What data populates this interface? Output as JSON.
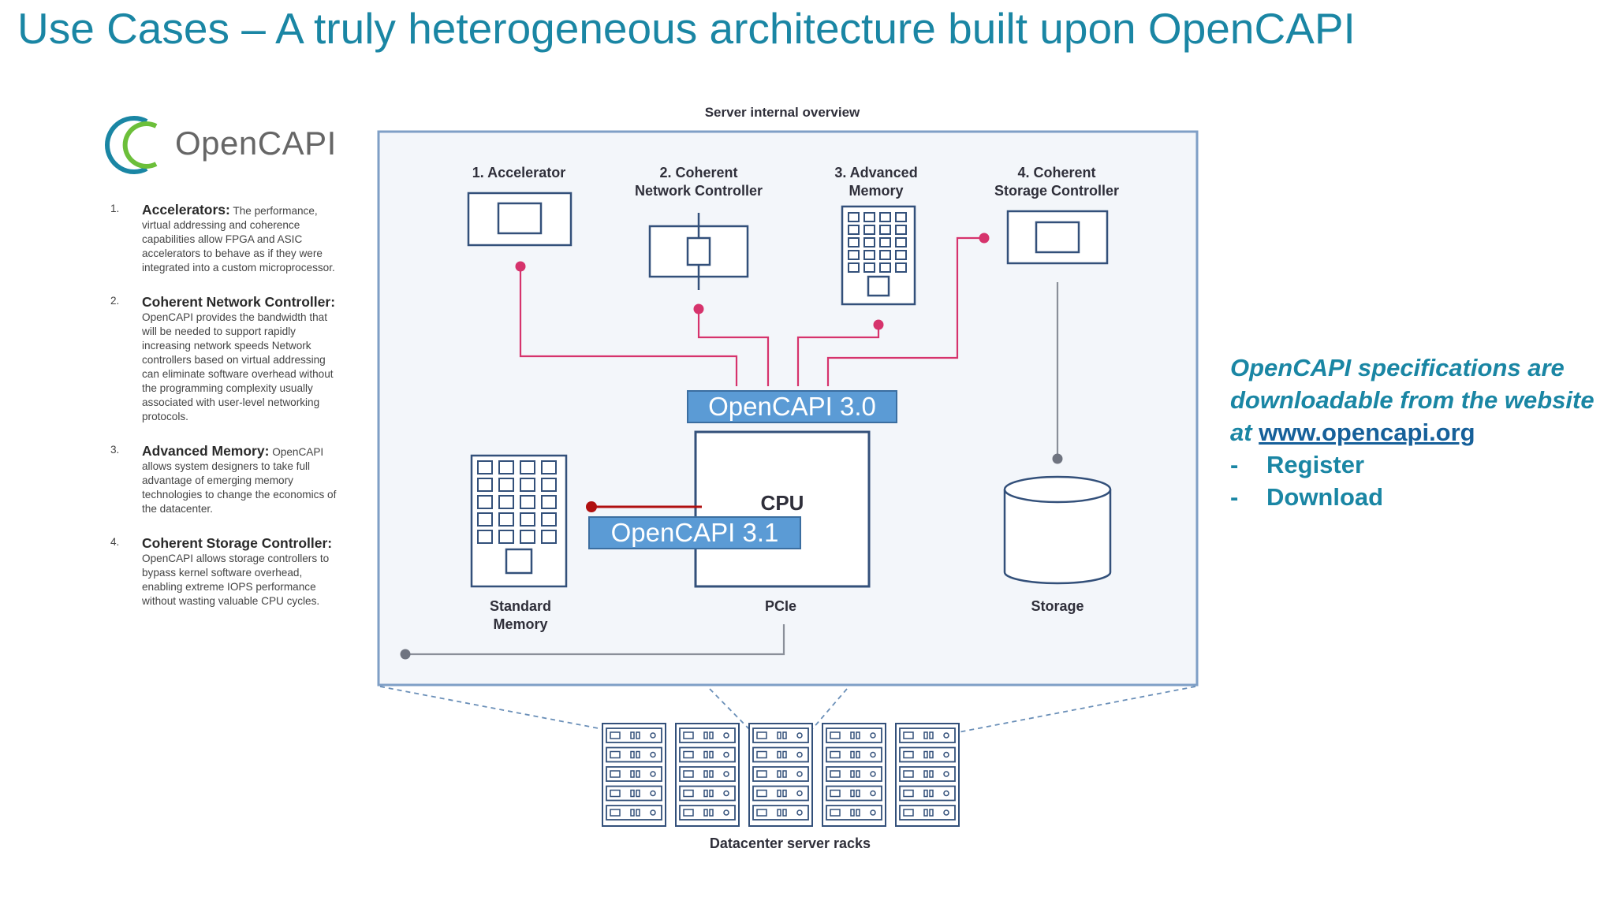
{
  "title": "Use Cases – A truly heterogeneous architecture built upon OpenCAPI",
  "logo_text": "OpenCAPI",
  "use_cases": [
    {
      "num": "1.",
      "head": "Accelerators:",
      "body": "The performance, virtual addressing and coherence capabilities allow FPGA and ASIC accelerators to behave as if they were integrated into a custom microprocessor."
    },
    {
      "num": "2.",
      "head": "Coherent Network Controller:",
      "body": "OpenCAPI provides the bandwidth that will be needed to support rapidly increasing network speeds Network controllers based on virtual addressing can eliminate software overhead without the programming complexity usually associated with user-level networking protocols."
    },
    {
      "num": "3.",
      "head": "Advanced Memory:",
      "body": "OpenCAPI allows system designers to take full advantage of emerging memory technologies to change the economics of the datacenter."
    },
    {
      "num": "4.",
      "head": "Coherent Storage Controller:",
      "body": "OpenCAPI allows storage controllers to bypass kernel software overhead, enabling extreme IOPS performance without wasting valuable CPU cycles."
    }
  ],
  "diagram": {
    "header": "Server internal overview",
    "components": {
      "accelerator": "1. Accelerator",
      "network_1": "2. Coherent",
      "network_2": "Network Controller",
      "memory_1": "3. Advanced",
      "memory_2": "Memory",
      "storage_ctrl_1": "4. Coherent",
      "storage_ctrl_2": "Storage Controller",
      "cpu": "CPU",
      "standard_memory_1": "Standard",
      "standard_memory_2": "Memory",
      "pcie": "PCIe",
      "storage": "Storage"
    },
    "footer": "Datacenter server racks",
    "badge_30": "OpenCAPI 3.0",
    "badge_31": "OpenCAPI 3.1"
  },
  "note": {
    "text": "OpenCAPI specifications are downloadable from the website",
    "at": "at ",
    "link": "www.opencapi.org",
    "items": [
      "Register",
      "Download"
    ],
    "dash": "-"
  },
  "colors": {
    "title": "#1a86a4",
    "link_accent": "#d6336c",
    "diagram_line": "#33507a",
    "badge": "#5b9bd5",
    "cpu_link": "#b01010"
  }
}
